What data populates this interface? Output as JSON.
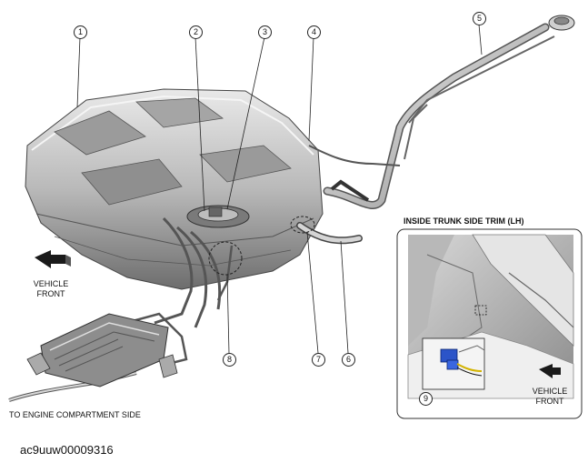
{
  "callouts": [
    "1",
    "2",
    "3",
    "4",
    "5",
    "6",
    "7",
    "8",
    "9"
  ],
  "labels": {
    "vehicle_front_main": [
      "VEHICLE",
      "FRONT"
    ],
    "to_engine": "TO ENGINE COMPARTMENT SIDE",
    "inset_title": "INSIDE TRUNK SIDE TRIM (LH)",
    "vehicle_front_inset": [
      "VEHICLE",
      "FRONT"
    ]
  },
  "figure_code": "ac9uuw00009316"
}
